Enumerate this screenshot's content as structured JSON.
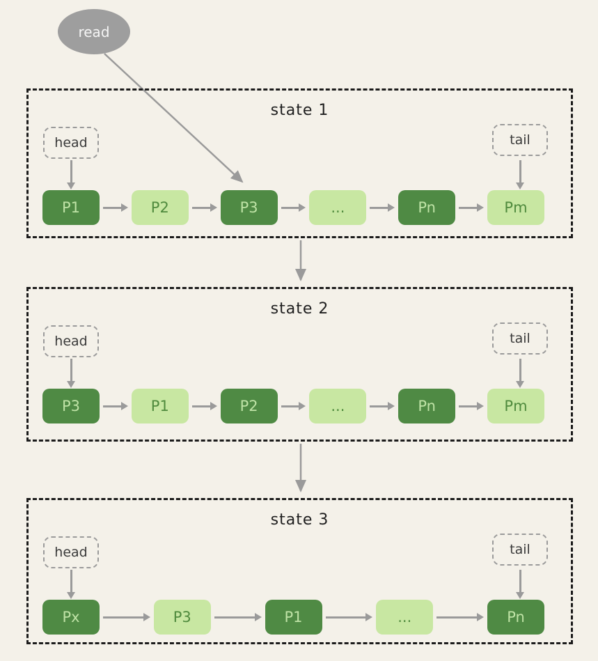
{
  "read_label": "read",
  "colors": {
    "background": "#f4f1e9",
    "box_border": "#1b1b1b",
    "title_text": "#1f1f1f",
    "tag_border": "#9a9a9a",
    "tag_text": "#3a3a3a",
    "arrow": "#9a9a9a",
    "bubble": "#9e9e9e",
    "bubble_text": "#f5f5f5",
    "node_dark": "#4f8a44",
    "node_dark_text": "#bfe3a6",
    "node_light": "#c8e7a2",
    "node_light_text": "#4f8a3d"
  },
  "states": [
    {
      "title": "state 1",
      "head_label": "head",
      "tail_label": "tail",
      "nodes": [
        {
          "label": "P1",
          "variant": "dark"
        },
        {
          "label": "P2",
          "variant": "light"
        },
        {
          "label": "P3",
          "variant": "dark"
        },
        {
          "label": "...",
          "variant": "light"
        },
        {
          "label": "Pn",
          "variant": "dark"
        },
        {
          "label": "Pm",
          "variant": "light"
        }
      ]
    },
    {
      "title": "state 2",
      "head_label": "head",
      "tail_label": "tail",
      "nodes": [
        {
          "label": "P3",
          "variant": "dark"
        },
        {
          "label": "P1",
          "variant": "light"
        },
        {
          "label": "P2",
          "variant": "dark"
        },
        {
          "label": "...",
          "variant": "light"
        },
        {
          "label": "Pn",
          "variant": "dark"
        },
        {
          "label": "Pm",
          "variant": "light"
        }
      ]
    },
    {
      "title": "state 3",
      "head_label": "head",
      "tail_label": "tail",
      "nodes": [
        {
          "label": "Px",
          "variant": "dark"
        },
        {
          "label": "P3",
          "variant": "light"
        },
        {
          "label": "P1",
          "variant": "dark"
        },
        {
          "label": "...",
          "variant": "light"
        },
        {
          "label": "Pn",
          "variant": "dark"
        }
      ]
    }
  ]
}
